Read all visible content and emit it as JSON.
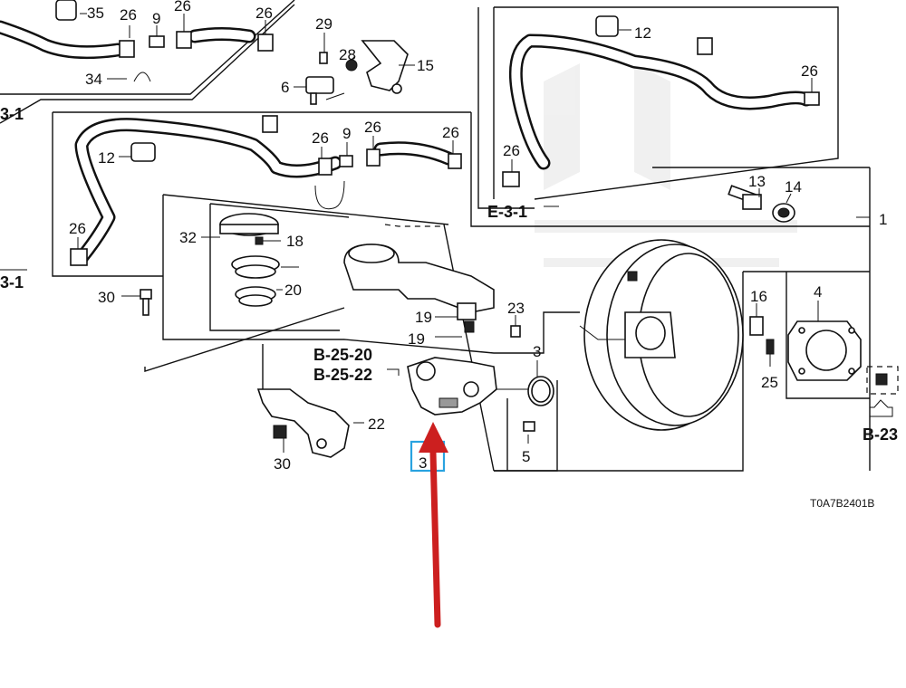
{
  "callouts": {
    "n35": "35",
    "n26a": "26",
    "n9a": "9",
    "n26b": "26",
    "n26c": "26",
    "n34": "34",
    "n29": "29",
    "n28": "28",
    "n15": "15",
    "n6": "6",
    "n12a": "12",
    "n26d": "26",
    "n26e": "26",
    "n12b": "12",
    "n26f": "26",
    "n9b": "9",
    "n26g": "26",
    "n26h": "26",
    "n26i": "26",
    "n13": "13",
    "n14": "14",
    "n1": "1",
    "n32": "32",
    "n18": "18",
    "n20": "20",
    "n30a": "30",
    "n19a": "19",
    "n19b": "19",
    "n23": "23",
    "n3a": "3",
    "n22": "22",
    "n30b": "30",
    "n3b": "3",
    "n5": "5",
    "n16": "16",
    "n4": "4",
    "n25": "25"
  },
  "references": {
    "b2520": "B-25-20",
    "b2522": "B-25-22",
    "e31_left": "3-1",
    "e31_right": "E-3-1",
    "b23": "B-23",
    "e31_top": "3-1"
  },
  "diagram_code": "T0A7B2401B",
  "colors": {
    "arrow": "#cc1f1f",
    "highlight_box": "#29a3e0",
    "line": "#111111"
  }
}
